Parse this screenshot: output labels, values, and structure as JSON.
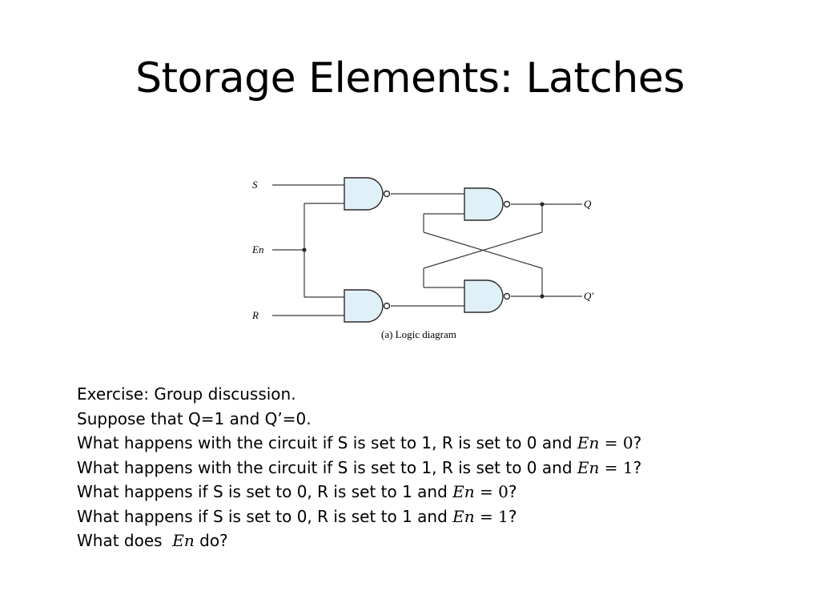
{
  "title": "Storage Elements: Latches",
  "diagram": {
    "labels": {
      "s": "S",
      "en": "En",
      "r": "R",
      "q": "Q",
      "q_prime": "Q′"
    },
    "caption": "(a) Logic diagram",
    "gate_fill": "#dff0f8"
  },
  "exercise": {
    "line1": "Exercise: Group discussion.",
    "line2": "Suppose that Q=1 and Q’=0.",
    "q1": {
      "text": "What happens with the circuit if S is set to 1, R is set to 0 and ",
      "math_var": "En",
      "math_op": " = ",
      "math_val": "0",
      "end": "?"
    },
    "q2": {
      "text": "What happens with the circuit if S is set to 1, R is set to 0 and ",
      "math_var": "En",
      "math_op": " = ",
      "math_val": "1",
      "end": "?"
    },
    "q3": {
      "text": "What happens if S is set to 0, R is set to 1 and ",
      "math_var": "En",
      "math_op": " = ",
      "math_val": "0",
      "end": "?"
    },
    "q4": {
      "text": "What happens if S is set to 0, R is set to 1 and ",
      "math_var": "En",
      "math_op": " = ",
      "math_val": "1",
      "end": "?"
    },
    "q5": {
      "text": "What does  ",
      "math_var": "En",
      "end": " do?"
    }
  }
}
